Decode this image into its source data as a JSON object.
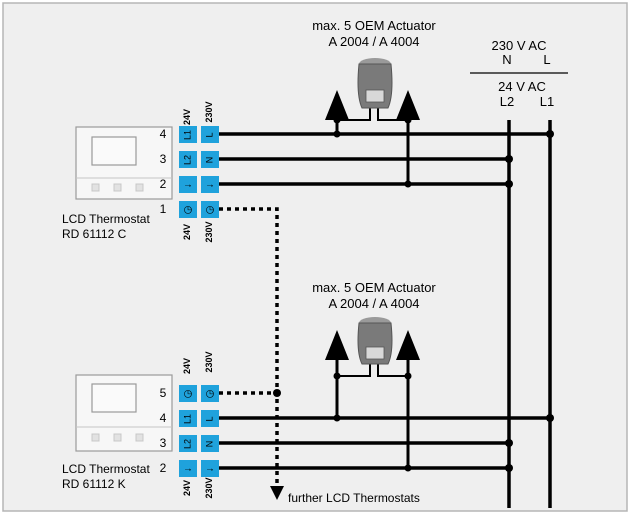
{
  "colors": {
    "panel_bg": "#efefef",
    "border": "#b5b5b5",
    "terminal_blue": "#1fa2dc",
    "wire": "#000000",
    "device_body": "#f5f5f5",
    "actuator": "#7a7a7a"
  },
  "supply": {
    "top_voltage": "230 V AC",
    "top_n": "N",
    "top_l": "L",
    "bottom_voltage": "24 V AC",
    "bottom_l2": "L2",
    "bottom_l1": "L1"
  },
  "actuator_top": {
    "line1": "max. 5 OEM Actuator",
    "line2": "A 2004 / A 4004"
  },
  "actuator_bottom": {
    "line1": "max. 5 OEM Actuator",
    "line2": "A 2004 / A 4004"
  },
  "thermostat_top": {
    "name": "LCD Thermostat",
    "model": "RD 61112 C",
    "col_24v": "24V",
    "col_230v": "230V",
    "terminals": [
      {
        "num": "4",
        "left": "L1",
        "right": "L"
      },
      {
        "num": "3",
        "left": "L2",
        "right": "N"
      },
      {
        "num": "2",
        "left": "→",
        "right": "→"
      },
      {
        "num": "1",
        "left": "◷",
        "right": "◷"
      }
    ]
  },
  "thermostat_bottom": {
    "name": "LCD Thermostat",
    "model": "RD 61112 K",
    "col_24v": "24V",
    "col_230v": "230V",
    "terminals": [
      {
        "num": "5",
        "left": "◷",
        "right": "◷"
      },
      {
        "num": "4",
        "left": "L1",
        "right": "L"
      },
      {
        "num": "3",
        "left": "L2",
        "right": "N"
      },
      {
        "num": "2",
        "left": "→",
        "right": "→"
      }
    ]
  },
  "further_label": "further LCD Thermostats"
}
